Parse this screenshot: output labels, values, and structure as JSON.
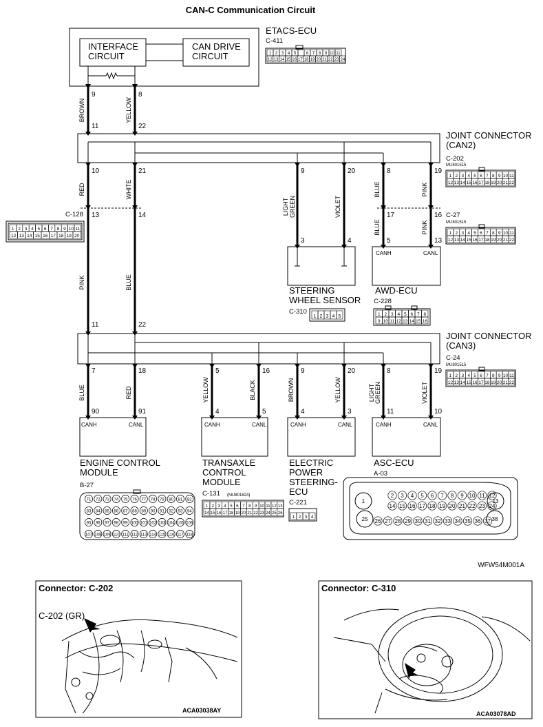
{
  "title": "CAN-C Communication Circuit",
  "figure_code": "WFW54M001A",
  "etacs": {
    "name": "ETACS-ECU",
    "connector": "C-411",
    "interface": "INTERFACE CIRCUIT",
    "interface_l1": "INTERFACE",
    "interface_l2": "CIRCUIT",
    "can_drive": "CAN DRIVE CIRCUIT",
    "can_drive_l1": "CAN DRIVE",
    "can_drive_l2": "CIRCUIT",
    "pin_left": "9",
    "pin_right": "8",
    "wire_left": "BROWN",
    "wire_right": "YELLOW"
  },
  "can2": {
    "label_l1": "JOINT CONNECTOR",
    "label_l2": "(CAN2)",
    "connector": "C-202",
    "part": "MU801515",
    "top_pins": [
      "11",
      "22"
    ],
    "bottom_pins": [
      "10",
      "21",
      "9",
      "20",
      "8",
      "19"
    ]
  },
  "c128": {
    "connector": "C-128",
    "pins_top": [
      "13",
      "14"
    ],
    "wire_top": [
      "RED",
      "WHITE"
    ],
    "wire_bottom": [
      "PINK",
      "BLUE"
    ]
  },
  "c27": {
    "connector": "C-27",
    "part": "MU801515",
    "pins": [
      "17",
      "16"
    ],
    "wire_top": [
      "BLUE",
      "PINK"
    ],
    "wire_bottom": [
      "BLUE",
      "PINK"
    ]
  },
  "steering_sensor": {
    "name_l1": "STEERING",
    "name_l2": "WHEEL SENSOR",
    "connector": "C-310",
    "pins": [
      "3",
      "4"
    ],
    "wires": [
      "LIGHT GREEN",
      "VIOLET"
    ],
    "wire_lines": [
      [
        "LIGHT",
        "GREEN"
      ],
      [
        "VIOLET"
      ]
    ]
  },
  "awd": {
    "name": "AWD-ECU",
    "connector": "C-228",
    "pins": [
      "5",
      "13"
    ],
    "canh": "CANH",
    "canl": "CANL"
  },
  "can3": {
    "label_l1": "JOINT CONNECTOR",
    "label_l2": "(CAN3)",
    "connector": "C-24",
    "part": "MU801515",
    "top_pins": [
      "11",
      "22"
    ],
    "bottom_pins": [
      "7",
      "18",
      "5",
      "16",
      "9",
      "20",
      "8",
      "19"
    ]
  },
  "modules": [
    {
      "name_lines": [
        "ENGINE CONTROL",
        "MODULE"
      ],
      "connector": "B-27",
      "pins": [
        "90",
        "91"
      ],
      "wires": [
        "BLUE",
        "RED"
      ],
      "canh": "CANH",
      "canl": "CANL"
    },
    {
      "name_lines": [
        "TRANSAXLE",
        "CONTROL",
        "MODULE"
      ],
      "connector": "C-131",
      "part": "(MU801824)",
      "pins": [
        "4",
        "5"
      ],
      "wires": [
        "YELLOW",
        "BLACK"
      ],
      "canh": "CANH",
      "canl": "CANL"
    },
    {
      "name_lines": [
        "ELECTRIC",
        "POWER",
        "STEERING-",
        "ECU"
      ],
      "connector": "C-221",
      "pins": [
        "4",
        "3"
      ],
      "wires": [
        "BROWN",
        "YELLOW"
      ],
      "canh": "CANH",
      "canl": "CANL"
    },
    {
      "name_lines": [
        "ASC-ECU"
      ],
      "connector": "A-03",
      "pins": [
        "11",
        "10"
      ],
      "wires": [
        "LIGHT GREEN",
        "VIOLET"
      ],
      "canh": "CANH",
      "canl": "CANL"
    }
  ],
  "photos": [
    {
      "title": "Connector: C-202",
      "callout": "C-202 (GR)",
      "code": "ACA03038AY"
    },
    {
      "title": "Connector: C-310",
      "code": "ACA03078AD"
    }
  ],
  "connector_face_numbers": {
    "c411_top": [
      "1",
      "2",
      "3",
      "4",
      "5",
      "",
      "6",
      "7",
      "8",
      "9",
      "10",
      "11"
    ],
    "c411_bottom": [
      "12",
      "13",
      "14",
      "15",
      "16",
      "17",
      "18",
      "19",
      "20",
      "21",
      "22",
      "23",
      "24"
    ],
    "mu801515_top": [
      "1",
      "2",
      "3",
      "4",
      "5",
      "6",
      "7",
      "8",
      "9",
      "10",
      "11"
    ],
    "mu801515_bottom": [
      "12",
      "13",
      "14",
      "15",
      "16",
      "17",
      "18",
      "19",
      "20",
      "21",
      "22"
    ],
    "c128_top": [
      "1",
      "2",
      "3",
      "4",
      "5",
      "6",
      "7",
      "8",
      "9",
      "10",
      "11"
    ],
    "c128_bottom": [
      "12",
      "13",
      "14",
      "15",
      "16",
      "17",
      "18",
      "19",
      "20"
    ],
    "c310": [
      "1",
      "2",
      "3",
      "4",
      "5"
    ],
    "c228_top": [
      "1",
      "2",
      "3",
      "4",
      "5",
      "6",
      "7",
      "8"
    ],
    "c228_bottom": [
      "9",
      "10",
      "11",
      "12",
      "13",
      "14",
      "15",
      "16"
    ],
    "c131_top": [
      "1",
      "2",
      "3",
      "4",
      "5",
      "6",
      "7",
      "8",
      "9",
      "10",
      "11",
      "12",
      "13"
    ],
    "c131_bottom": [
      "14",
      "15",
      "16",
      "17",
      "18",
      "19",
      "20",
      "21",
      "22",
      "23",
      "24",
      "25",
      "26"
    ],
    "c221": [
      "1",
      "2",
      "3",
      "4"
    ]
  }
}
